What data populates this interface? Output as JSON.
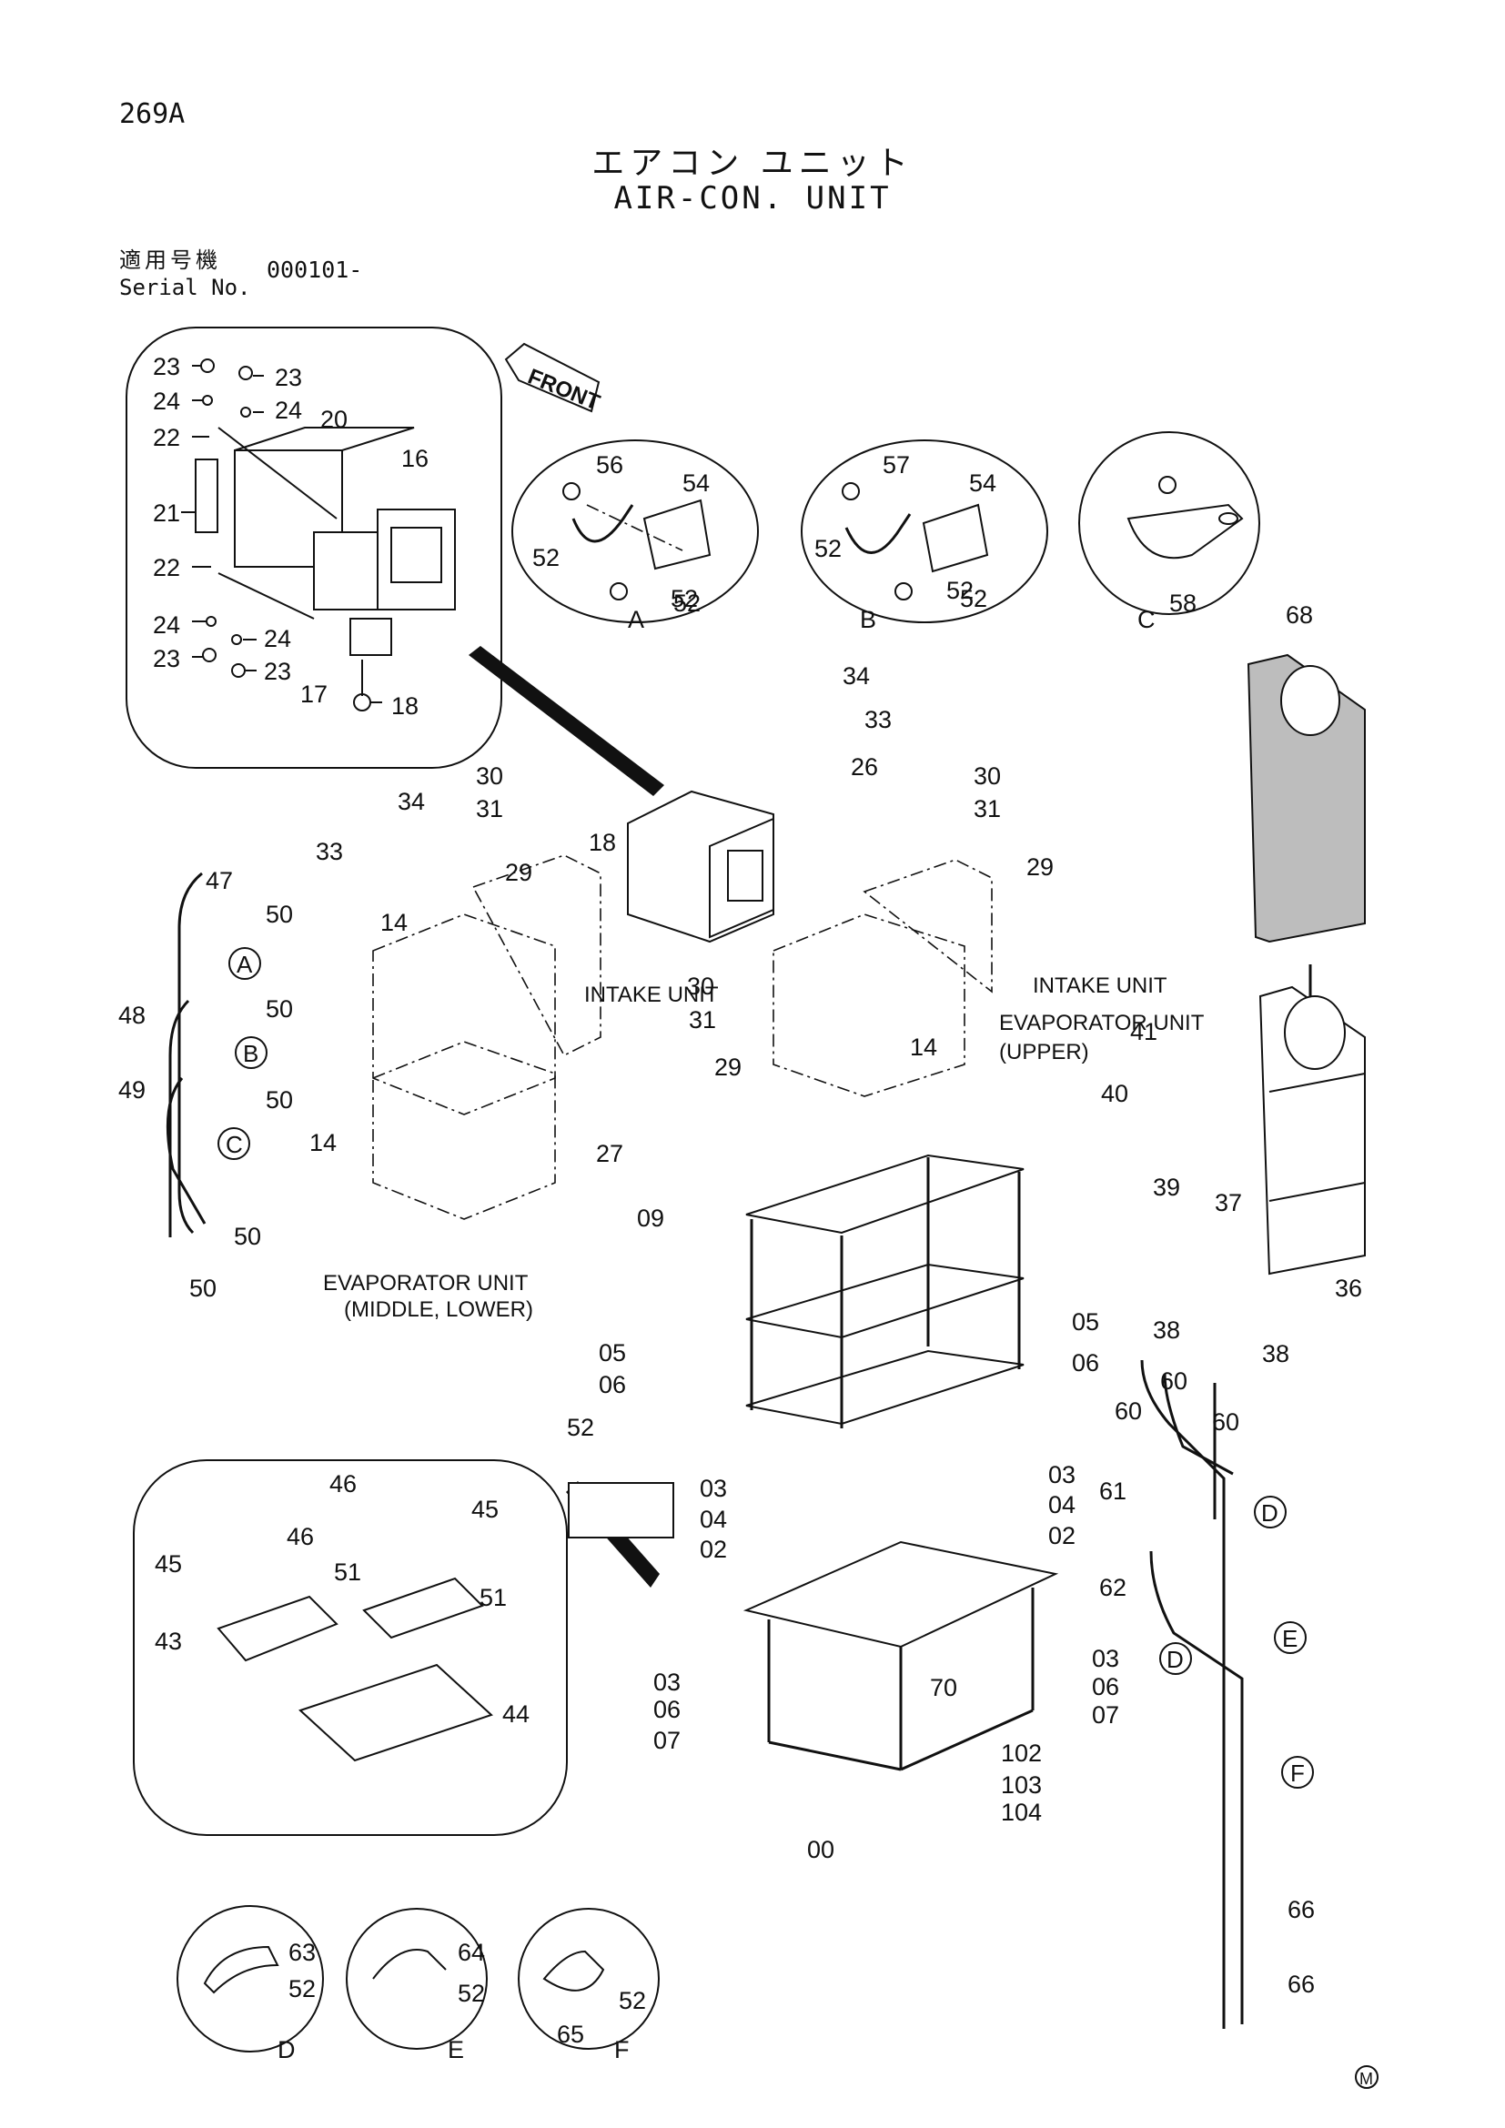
{
  "header": {
    "page_code": "269A",
    "title_jp": "エアコン ユニット",
    "title_en": "AIR-CON. UNIT",
    "serial_label_jp": "適用号機",
    "serial_label_en": "Serial No.",
    "serial_value": "000101-"
  },
  "direction_arrow": "FRONT",
  "captions": {
    "intake_unit_1": "INTAKE UNIT",
    "intake_unit_2": "INTAKE UNIT",
    "evap_upper_1": "EVAPORATOR UNIT",
    "evap_upper_2": "(UPPER)",
    "evap_middle_1": "EVAPORATOR UNIT",
    "evap_middle_2": "(MIDDLE, LOWER)"
  },
  "detail_letters": {
    "a": "A",
    "b": "B",
    "c": "C",
    "d": "D",
    "e": "E",
    "f": "F"
  },
  "circled_refs": [
    "A",
    "B",
    "C",
    "D",
    "E",
    "F",
    "D"
  ],
  "part_numbers": [
    "23",
    "23",
    "24",
    "24",
    "20",
    "22",
    "16",
    "21",
    "22",
    "24",
    "24",
    "23",
    "23",
    "17",
    "18",
    "56",
    "54",
    "52",
    "52",
    "52",
    "57",
    "54",
    "52",
    "52",
    "52",
    "58",
    "68",
    "34",
    "33",
    "30",
    "31",
    "26",
    "30",
    "31",
    "18",
    "29",
    "29",
    "34",
    "33",
    "47",
    "50",
    "14",
    "48",
    "50",
    "30",
    "31",
    "49",
    "50",
    "29",
    "14",
    "14",
    "27",
    "41",
    "40",
    "39",
    "37",
    "50",
    "50",
    "09",
    "36",
    "38",
    "38",
    "05",
    "06",
    "05",
    "06",
    "52",
    "60",
    "60",
    "60",
    "46",
    "45",
    "46",
    "51",
    "45",
    "51",
    "43",
    "44",
    "03",
    "04",
    "02",
    "03",
    "04",
    "02",
    "61",
    "62",
    "03",
    "06",
    "07",
    "03",
    "06",
    "07",
    "70",
    "102",
    "103",
    "104",
    "00",
    "66",
    "66",
    "63",
    "52",
    "64",
    "52",
    "65",
    "52"
  ],
  "corner_mark": "M"
}
